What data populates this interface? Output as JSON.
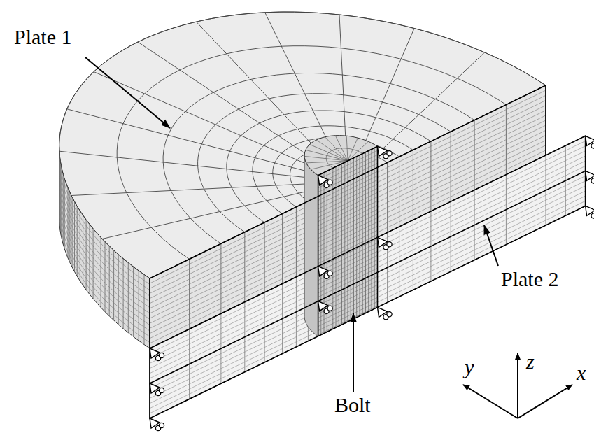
{
  "diagram": {
    "labels": [
      "Plate 1",
      "Plate 2",
      "Bolt",
      "y",
      "z",
      "x"
    ]
  }
}
